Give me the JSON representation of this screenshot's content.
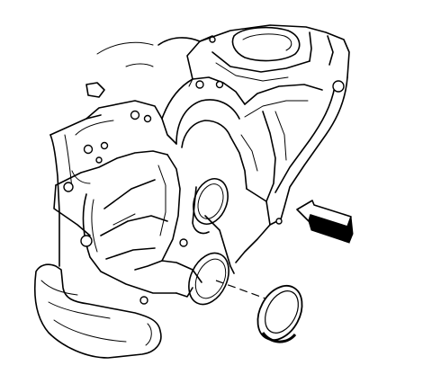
{
  "figure": {
    "subject": "engine-front-cover-crankshaft-seal-installation",
    "parts": [
      "engine-block-front-cover",
      "crankshaft-bore",
      "crankshaft-front-seal",
      "direction-arrow"
    ],
    "colors": {
      "line": "#000000",
      "background": "#ffffff",
      "arrow_fill": "#000000"
    }
  }
}
